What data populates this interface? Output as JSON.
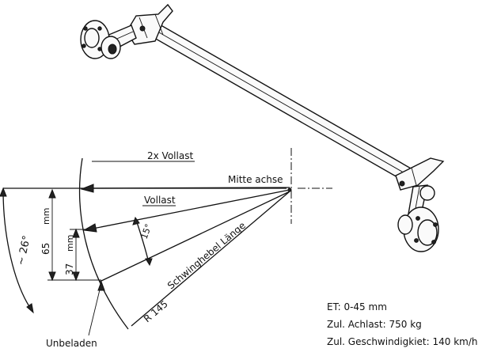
{
  "labels": {
    "full_load_double": "2x Vollast",
    "axle_center": "Mitte achse",
    "full_load": "Vollast",
    "angle_small": "15°",
    "dim_65": "65",
    "dim_65_unit": "mm",
    "dim_37": "37",
    "dim_37_unit": "mm",
    "angle_large": "~ 26°",
    "lever_length": "Schwinghebel Länge",
    "radius": "R 145",
    "unloaded": "Unbeladen"
  },
  "specs": {
    "et": "ET: 0-45 mm",
    "axle_load": "Zul. Achlast: 750 kg",
    "speed": "Zul. Geschwindigkiet: 140 km/h"
  }
}
